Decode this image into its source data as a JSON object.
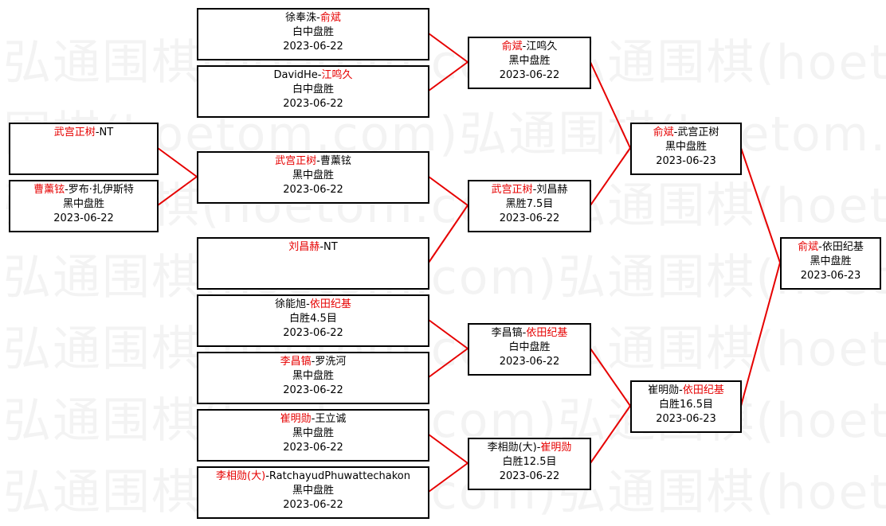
{
  "watermark_text": "弘通围棋(hoetom.com)弘通围棋(hoetom.com)弘通围棋(hoetom.com)",
  "colors": {
    "winner_text": "#e60000",
    "bracket_line": "#e60000",
    "box_border": "#000000"
  },
  "games": {
    "g1": {
      "p1": "徐奉洙",
      "sep": "-",
      "p2": "俞斌",
      "winner": 2,
      "result": "白中盘胜",
      "date": "2023-06-22"
    },
    "g2": {
      "p1": "DavidHe",
      "sep": "-",
      "p2": "江鸣久",
      "winner": 2,
      "result": "白中盘胜",
      "date": "2023-06-22"
    },
    "g3": {
      "p1": "武宫正树",
      "sep": "-",
      "p2": "NT",
      "winner": 1,
      "result": "",
      "date": ""
    },
    "g4": {
      "p1": "曹薰铉",
      "sep": "-",
      "p2": "罗布·扎伊斯特",
      "winner": 1,
      "result": "黑中盘胜",
      "date": "2023-06-22"
    },
    "g5": {
      "p1": "武宫正树",
      "sep": "-",
      "p2": "曹薰铉",
      "winner": 1,
      "result": "黑中盘胜",
      "date": "2023-06-22"
    },
    "g6": {
      "p1": "刘昌赫",
      "sep": "-",
      "p2": "NT",
      "winner": 1,
      "result": "",
      "date": ""
    },
    "g7": {
      "p1": "徐能旭",
      "sep": "-",
      "p2": "依田纪基",
      "winner": 2,
      "result": "白胜4.5目",
      "date": "2023-06-22"
    },
    "g8": {
      "p1": "李昌镐",
      "sep": "-",
      "p2": "罗洗河",
      "winner": 1,
      "result": "黑中盘胜",
      "date": "2023-06-22"
    },
    "g9": {
      "p1": "崔明勋",
      "sep": "-",
      "p2": "王立诚",
      "winner": 1,
      "result": "黑中盘胜",
      "date": "2023-06-22"
    },
    "g10": {
      "p1": "李相勋(大)",
      "sep": "-",
      "p2": "RatchayudPhuwattechakon",
      "winner": 1,
      "result": "黑中盘胜",
      "date": "2023-06-22"
    },
    "g11": {
      "p1": "俞斌",
      "sep": "-",
      "p2": "江鸣久",
      "winner": 1,
      "result": "黑中盘胜",
      "date": "2023-06-22"
    },
    "g12": {
      "p1": "武宫正树",
      "sep": "-",
      "p2": "刘昌赫",
      "winner": 1,
      "result": "黑胜7.5目",
      "date": "2023-06-22"
    },
    "g13": {
      "p1": "李昌镐",
      "sep": "-",
      "p2": "依田纪基",
      "winner": 2,
      "result": "白中盘胜",
      "date": "2023-06-22"
    },
    "g14": {
      "p1": "李相勋(大)",
      "sep": "-",
      "p2": "崔明勋",
      "winner": 2,
      "result": "白胜12.5目",
      "date": "2023-06-22"
    },
    "g15": {
      "p1": "俞斌",
      "sep": "-",
      "p2": "武宫正树",
      "winner": 1,
      "result": "黑中盘胜",
      "date": "2023-06-23"
    },
    "g16": {
      "p1": "崔明勋",
      "sep": "-",
      "p2": "依田纪基",
      "winner": 2,
      "result": "白胜16.5目",
      "date": "2023-06-23"
    },
    "g17": {
      "p1": "俞斌",
      "sep": "-",
      "p2": "依田纪基",
      "winner": 1,
      "result": "黑中盘胜",
      "date": "2023-06-23"
    }
  }
}
